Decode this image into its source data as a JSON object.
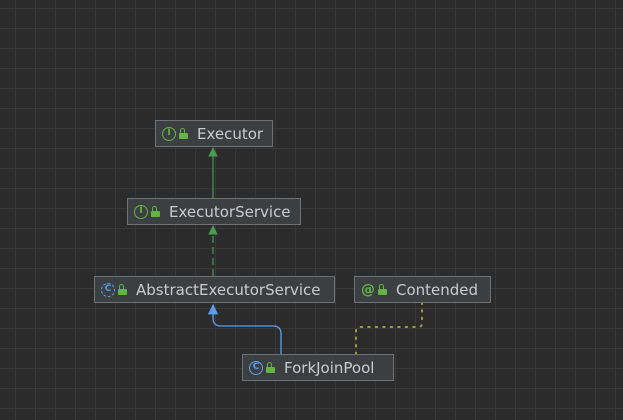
{
  "diagram": {
    "nodes": [
      {
        "id": "executor",
        "kind": "interface",
        "icon": "interface-icon",
        "glyph": "I",
        "label": "Executor"
      },
      {
        "id": "executor_service",
        "kind": "interface",
        "icon": "interface-icon",
        "glyph": "I",
        "label": "ExecutorService"
      },
      {
        "id": "abstract_executor_service",
        "kind": "abstract-class",
        "icon": "abstract-class-icon",
        "glyph": "C",
        "label": "AbstractExecutorService"
      },
      {
        "id": "contended",
        "kind": "annotation",
        "icon": "annotation-icon",
        "glyph": "@",
        "label": "Contended"
      },
      {
        "id": "fork_join_pool",
        "kind": "class",
        "icon": "class-icon",
        "glyph": "C",
        "label": "ForkJoinPool"
      }
    ],
    "edges": [
      {
        "from": "executor_service",
        "to": "executor",
        "relation": "extends",
        "color": "#499c54"
      },
      {
        "from": "abstract_executor_service",
        "to": "executor_service",
        "relation": "implements",
        "color": "#499c54"
      },
      {
        "from": "fork_join_pool",
        "to": "abstract_executor_service",
        "relation": "extends",
        "color": "#5c9ded"
      },
      {
        "from": "fork_join_pool",
        "to": "contended",
        "relation": "annotated-with",
        "color": "#9e9e2e"
      }
    ]
  },
  "colors": {
    "background": "#2b2b2b",
    "grid": "#383838",
    "node_fill": "#3c3f41",
    "node_border": "#6f7275",
    "text": "#c8ccd0",
    "interface_green": "#62b543",
    "class_blue": "#5c9ded"
  }
}
